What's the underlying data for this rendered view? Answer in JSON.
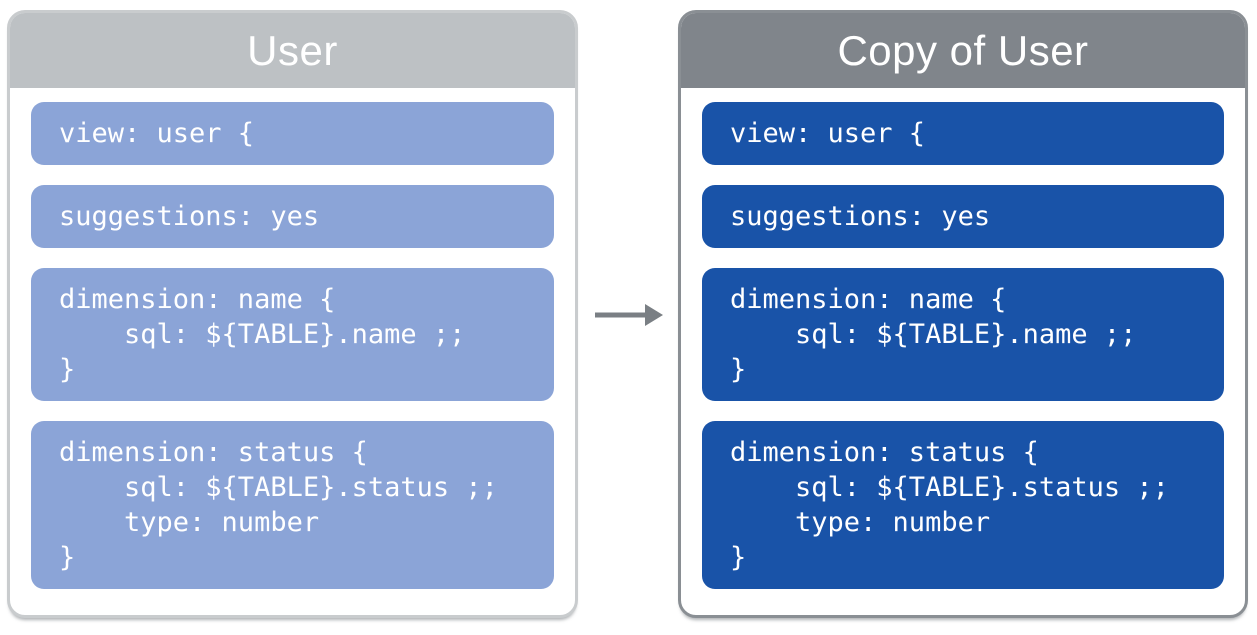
{
  "colors": {
    "left_header": "#bdc1c4",
    "left_border": "#c9ccce",
    "left_block": "#8ba4d7",
    "right_header": "#80858b",
    "right_border": "#8a8f94",
    "right_block": "#1953a8",
    "arrow": "#7a7f84",
    "code_text": "#ffffff",
    "title_text": "#ffffff",
    "background": "#ffffff"
  },
  "left_panel": {
    "title": "User",
    "blocks": [
      {
        "lines": [
          "view: user {"
        ]
      },
      {
        "lines": [
          "suggestions: yes"
        ]
      },
      {
        "lines": [
          "dimension: name {",
          "    sql: ${TABLE}.name ;;",
          "}"
        ]
      },
      {
        "lines": [
          "dimension: status {",
          "    sql: ${TABLE}.status ;;",
          "    type: number",
          "}"
        ]
      }
    ]
  },
  "right_panel": {
    "title": "Copy of User",
    "blocks": [
      {
        "lines": [
          "view: user {"
        ]
      },
      {
        "lines": [
          "suggestions: yes"
        ]
      },
      {
        "lines": [
          "dimension: name {",
          "    sql: ${TABLE}.name ;;",
          "}"
        ]
      },
      {
        "lines": [
          "dimension: status {",
          "    sql: ${TABLE}.status ;;",
          "    type: number",
          "}"
        ]
      }
    ]
  }
}
